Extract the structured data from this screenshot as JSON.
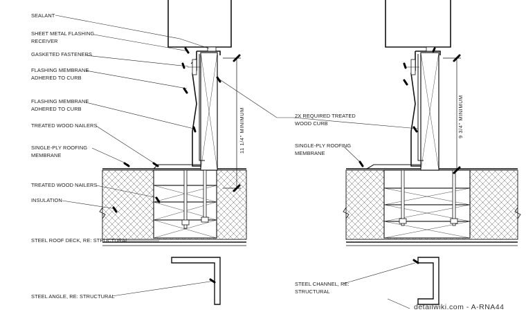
{
  "labels_left": [
    "SEALANT",
    "SHEET METAL FLASHING",
    "RECEIVER",
    "GASKETED FASTENERS",
    "FLASHING MEMBRANE",
    "ADHERED TO CURB",
    "FLASHING MEMBRANE",
    "ADHERED TO CURB",
    "TREATED WOOD NAILERS",
    "SINGLE-PLY ROOFING",
    "MEMBRANE",
    "TREATED WOOD NAILERS",
    "INSULATION",
    "STEEL ROOF DECK, RE: STRUCTURAL",
    "STEEL ANGLE, RE: STRUCTURAL"
  ],
  "labels_right": [
    "2X REQUIRED TREATED",
    "WOOD CURB",
    "SINGLE-PLY ROOFING",
    "MEMBRANE",
    "STEEL CHANNEL, RE:",
    "STRUCTURAL"
  ],
  "dimensions": {
    "left": "11 1/4\"  MINIMUM",
    "right": "9 3/4\"  MINIMUM"
  },
  "watermark": "detailwiki.com - A-RNA44"
}
